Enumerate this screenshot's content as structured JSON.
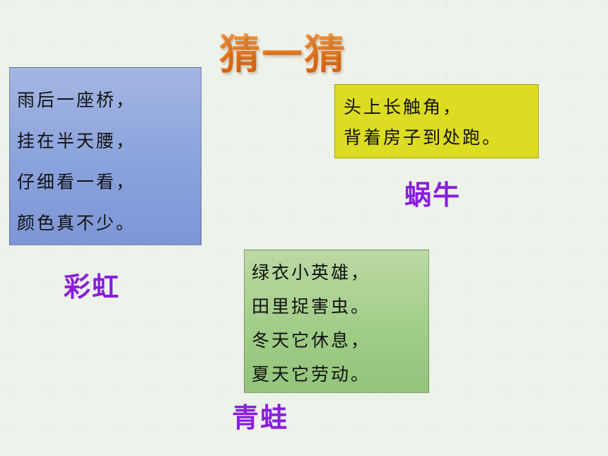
{
  "title": "猜一猜",
  "riddles": [
    {
      "lines": [
        "雨后一座桥，",
        "挂在半天腰，",
        "仔细看一看，",
        "颜色真不少。"
      ],
      "answer": "彩虹"
    },
    {
      "lines": [
        "头上长触角，",
        "背着房子到处跑。"
      ],
      "answer": "蜗牛"
    },
    {
      "lines": [
        "绿衣小英雄，",
        "田里捉害虫。",
        "冬天它休息，",
        "夏天它劳动。"
      ],
      "answer": "青蛙"
    }
  ],
  "colors": {
    "title": "#f28c28",
    "answer": "#8a1de0",
    "card_rainbow": "#8aa2dc",
    "card_snail": "#dcdc22",
    "card_frog": "#9fcc86"
  }
}
